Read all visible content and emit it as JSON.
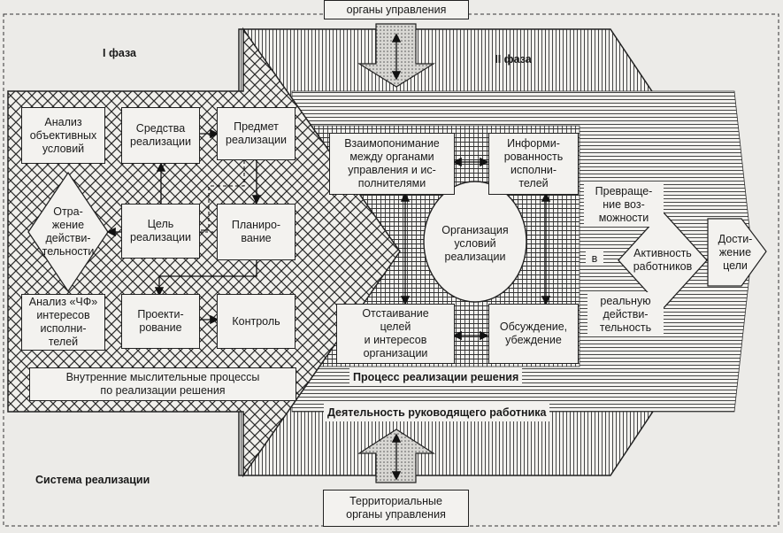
{
  "top_box": "органы управления",
  "bottom_box": "Территориальные\nорганы управления",
  "phase1": "I фаза",
  "phase2": "II фаза",
  "system_label": "Система реализации",
  "phase1_boxes": {
    "analysis_objective": "Анализ\nобъективных\nусловий",
    "means": "Средства\nреализации",
    "subject": "Предмет\nреализации",
    "reflection": "Отра-\nжение\nдействи-\nтельности",
    "goal": "Цель\nреализации",
    "planning": "Планиро-\nвание",
    "analysis_interests": "Анализ «ЧФ»\nинтересов\nисполни-\nтелей",
    "design": "Проекти-\nрование",
    "control": "Контроль",
    "internal": "Внутренние мыслительные процессы\nпо реализации решения"
  },
  "phase2_boxes": {
    "mutual": "Взаимопонимание\nмежду органами\nуправления и ис-\nполнителями",
    "informed": "Информи-\nрованность\nисполни-\nтелей",
    "organization": "Организация\nусловий\nреализации",
    "defending": "Отстаивание\nцелей\nи интересов\nорганизации",
    "discussion": "Обсуждение,\nубеждение",
    "process_label": "Процесс реализации решения",
    "activity_label": "Деятельность руководящего работника"
  },
  "right_part": {
    "transform_top": "Превраще-\nние воз-\nможности",
    "transform_v": "в",
    "transform_bottom": "реальную\nдействи-\nтельность",
    "workers_activity": "Активность\nработников",
    "goal_achievement": "Дости-\nжение\nцели"
  }
}
